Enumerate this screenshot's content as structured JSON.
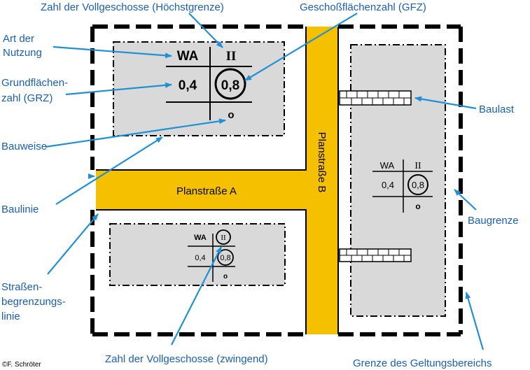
{
  "colors": {
    "street": "#f5c000",
    "building_area": "#d9d9d9",
    "label": "#1a5fb4",
    "arrow": "#1f8fd6",
    "line": "#000000"
  },
  "labels": {
    "max_storeys": "Zahl der Vollgeschosse (Höchstgrenze)",
    "gfz": "Geschoßflächenzahl (GFZ)",
    "use_type_l1": "Art der",
    "use_type_l2": "Nutzung",
    "grz_l1": "Grundflächen-",
    "grz_l2": "zahl (GRZ)",
    "construction": "Bauweise",
    "building_line": "Baulinie",
    "street_line_l1": "Straßen-",
    "street_line_l2": "begrenzungs-",
    "street_line_l3": "linie",
    "easement": "Baulast",
    "building_limit": "Baugrenze",
    "storeys_mandatory": "Zahl der Vollgeschosse (zwingend)",
    "boundary": "Grenze des Geltungsbereichs",
    "copyright": "©F. Schröter"
  },
  "streets": {
    "a": "Planstraße A",
    "b": "Planstraße B"
  },
  "zones": {
    "top_left": {
      "use": "WA",
      "storeys": "II",
      "grz": "0,4",
      "gfz": "0,8",
      "construction": "o"
    },
    "right": {
      "use": "WA",
      "storeys": "II",
      "grz": "0,4",
      "gfz": "0,8",
      "construction": "o"
    },
    "bottom_left": {
      "use": "WA",
      "storeys": "II",
      "grz": "0,4",
      "gfz": "0,8",
      "construction": "o"
    }
  }
}
